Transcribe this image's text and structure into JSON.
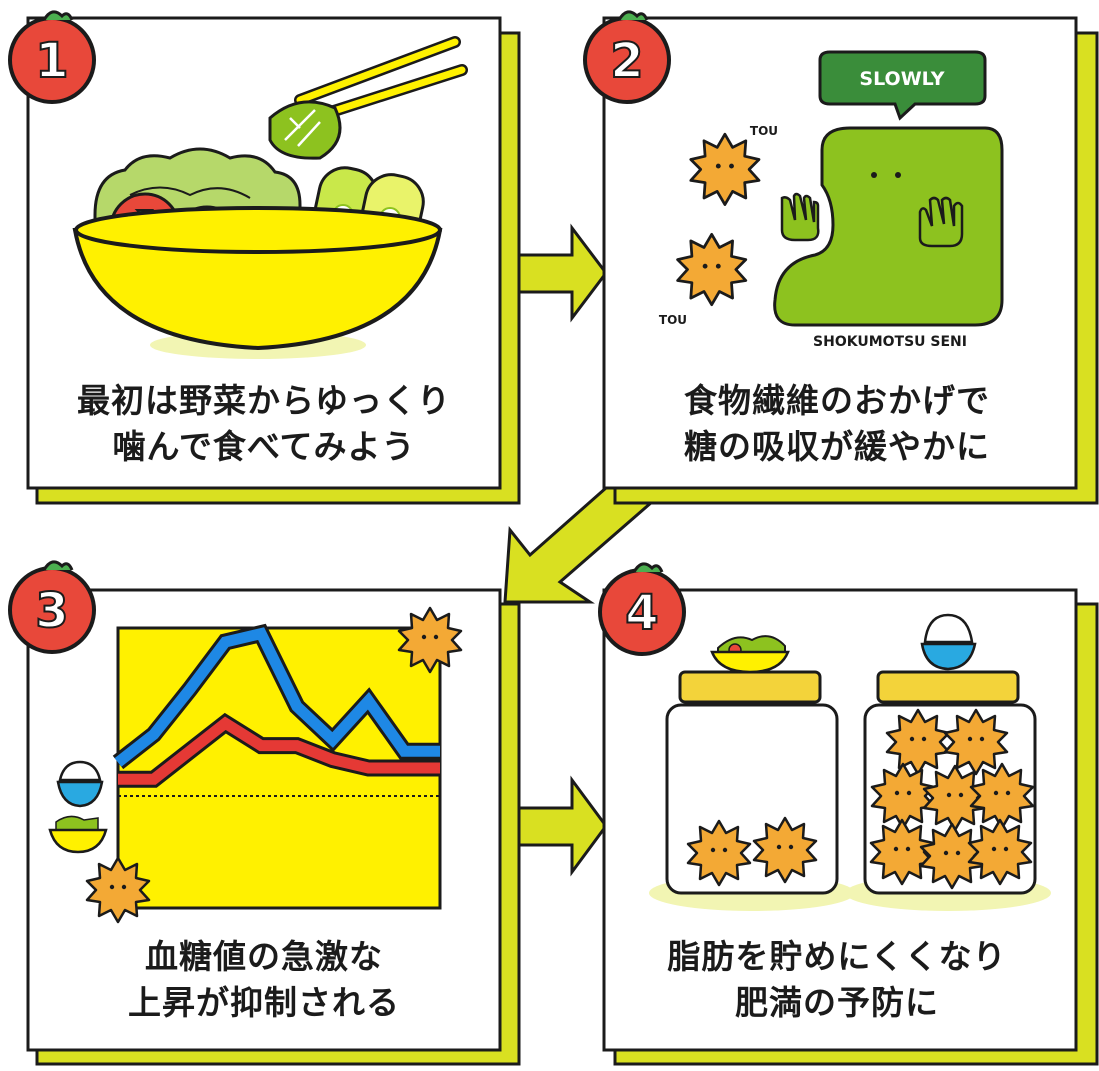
{
  "panels": [
    {
      "number": "1",
      "caption": [
        "最初は野菜からゆっくり",
        "噛んで食べてみよう"
      ]
    },
    {
      "number": "2",
      "caption": [
        "食物繊維のおかげで",
        "糖の吸収が緩やかに"
      ]
    },
    {
      "number": "3",
      "caption": [
        "血糖値の急激な",
        "上昇が抑制される"
      ]
    },
    {
      "number": "4",
      "caption": [
        "脂肪を貯めにくくなり",
        "肥満の予防に"
      ]
    }
  ],
  "labels": {
    "slowly": "SLOWLY",
    "tou_top": "TOU",
    "tou_bottom": "TOU",
    "shokumotsu": "SHOKUMOTSU SENI"
  },
  "chart_data": {
    "type": "line",
    "title": "",
    "xlabel": "",
    "ylabel": "",
    "x": [
      0,
      1,
      2,
      3,
      4,
      5,
      6,
      7,
      8,
      9
    ],
    "xlim": [
      0,
      9
    ],
    "ylim": [
      0,
      100
    ],
    "grid": false,
    "baseline": 40,
    "series": [
      {
        "values": [
          52,
          62,
          78,
          95,
          98,
          72,
          60,
          74,
          56,
          56
        ],
        "color": "#1e88e5"
      },
      {
        "values": [
          46,
          46,
          56,
          66,
          58,
          58,
          53,
          50,
          50,
          50
        ],
        "color": "#e53935"
      }
    ],
    "annotations": [
      "rice-bowl-icon",
      "salad-bowl-icon",
      "sugar-particle-icon"
    ]
  },
  "colors": {
    "accent_yellow": "#d9e021",
    "panel_border": "#1b1b1b",
    "badge_red": "#e8483a",
    "fiber_green": "#8dc21f",
    "sugar_orange": "#f3a935",
    "chart_bg": "#fff100"
  }
}
